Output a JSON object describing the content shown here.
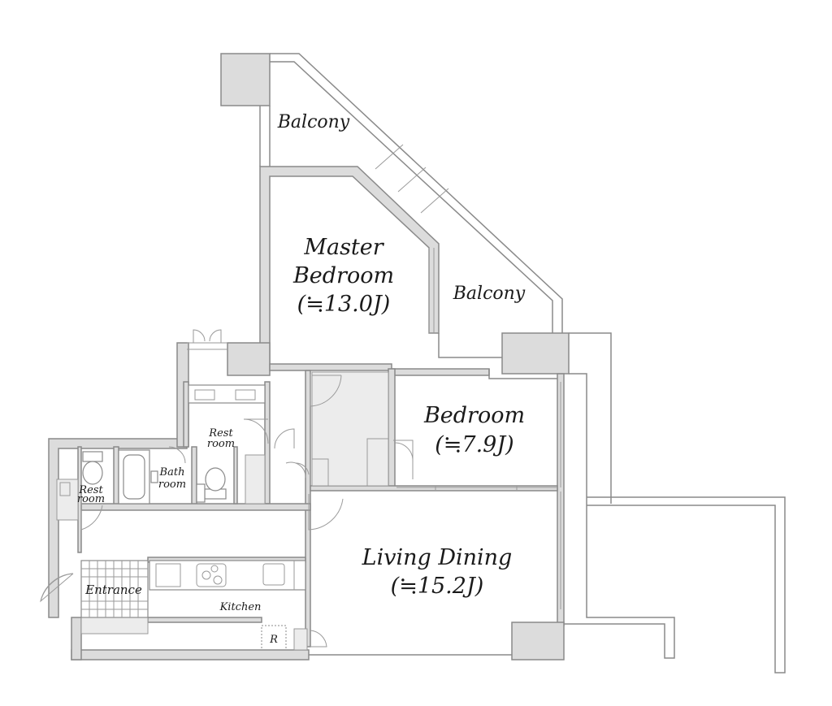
{
  "rooms": {
    "balcony_top": "Balcony",
    "balcony_right": "Balcony",
    "master_bedroom_line1": "Master",
    "master_bedroom_line2": "Bedroom",
    "master_bedroom_size": "(≒13.0J)",
    "bedroom": "Bedroom",
    "bedroom_size": "(≒7.9J)",
    "living_dining": "Living Dining",
    "living_dining_size": "(≒15.2J)",
    "restroom_upper_line1": "Rest",
    "restroom_upper_line2": "room",
    "bathroom_line1": "Bath",
    "bathroom_line2": "room",
    "restroom_left_line1": "Rest",
    "restroom_left_line2": "room",
    "entrance": "Entrance",
    "kitchen": "Kitchen",
    "refrigerator": "R"
  },
  "colors": {
    "wall": "#dcdcdc",
    "outline": "#8a8a8a",
    "background": "#ffffff"
  }
}
